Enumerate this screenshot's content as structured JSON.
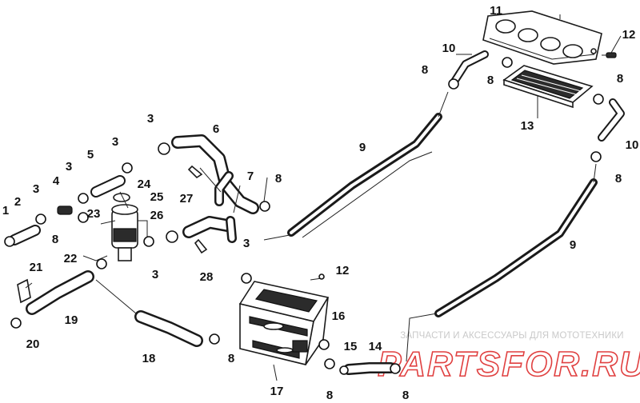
{
  "diagram": {
    "callouts": [
      {
        "id": "c11",
        "label": "11"
      },
      {
        "id": "c12a",
        "label": "12"
      },
      {
        "id": "c10a",
        "label": "10"
      },
      {
        "id": "c8a",
        "label": "8"
      },
      {
        "id": "c8b",
        "label": "8"
      },
      {
        "id": "c8c",
        "label": "8"
      },
      {
        "id": "c13",
        "label": "13"
      },
      {
        "id": "c10b",
        "label": "10"
      },
      {
        "id": "c8d",
        "label": "8"
      },
      {
        "id": "c9a",
        "label": "9"
      },
      {
        "id": "c9b",
        "label": "9"
      },
      {
        "id": "c3a",
        "label": "3"
      },
      {
        "id": "c6",
        "label": "6"
      },
      {
        "id": "c3b",
        "label": "3"
      },
      {
        "id": "c5",
        "label": "5"
      },
      {
        "id": "c3c",
        "label": "3"
      },
      {
        "id": "c4",
        "label": "4"
      },
      {
        "id": "c3d",
        "label": "3"
      },
      {
        "id": "c2",
        "label": "2"
      },
      {
        "id": "c1",
        "label": "1"
      },
      {
        "id": "c27",
        "label": "27"
      },
      {
        "id": "c7",
        "label": "7"
      },
      {
        "id": "c8e",
        "label": "8"
      },
      {
        "id": "c24",
        "label": "24"
      },
      {
        "id": "c25",
        "label": "25"
      },
      {
        "id": "c23",
        "label": "23"
      },
      {
        "id": "c26",
        "label": "26"
      },
      {
        "id": "c8f",
        "label": "8"
      },
      {
        "id": "c22",
        "label": "22"
      },
      {
        "id": "c3e",
        "label": "3"
      },
      {
        "id": "c3f",
        "label": "3"
      },
      {
        "id": "c28",
        "label": "28"
      },
      {
        "id": "c12b",
        "label": "12"
      },
      {
        "id": "c21",
        "label": "21"
      },
      {
        "id": "c19",
        "label": "19"
      },
      {
        "id": "c20",
        "label": "20"
      },
      {
        "id": "c18",
        "label": "18"
      },
      {
        "id": "c8g",
        "label": "8"
      },
      {
        "id": "c16",
        "label": "16"
      },
      {
        "id": "c15",
        "label": "15"
      },
      {
        "id": "c14",
        "label": "14"
      },
      {
        "id": "c17",
        "label": "17"
      },
      {
        "id": "c8h",
        "label": "8"
      },
      {
        "id": "c8i",
        "label": "8"
      }
    ]
  },
  "watermark": {
    "tagline": "ЗАПЧАСТИ И АКСЕССУАРЫ ДЛЯ МОТОТЕХНИКИ",
    "brand": "PARTSFOR.RU",
    "color": "#e04040"
  }
}
